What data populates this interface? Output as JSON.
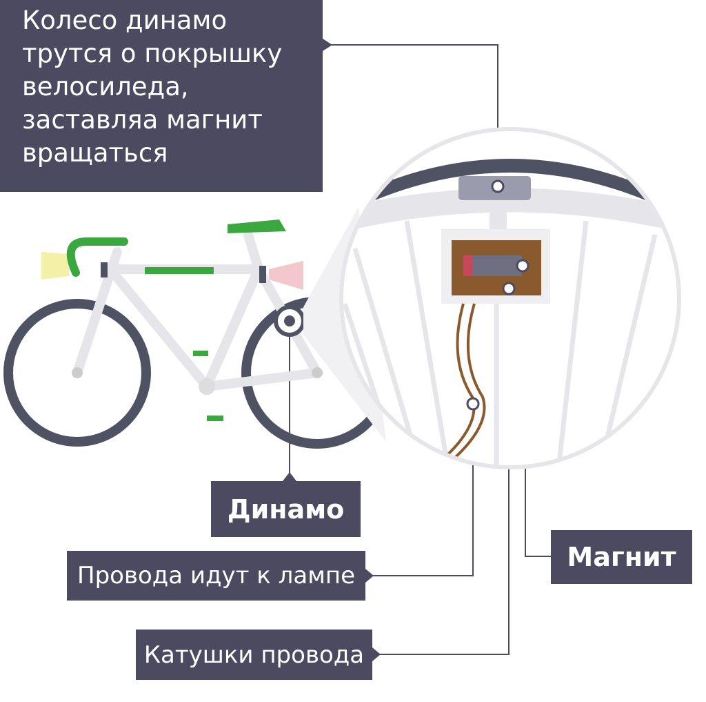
{
  "title_lines": [
    "Колесо динамо",
    "трутся о покрышку",
    "велосиледа,",
    "заставляа магнит",
    "вращаться"
  ],
  "labels": {
    "dynamo": "Динамо",
    "wires": "Провода идут к лампе",
    "coils": "Катушки провода",
    "magnet": "Магнит"
  },
  "colors": {
    "box": "#4b4a60",
    "frame": "#e6e6ea",
    "tire": "#4f5263",
    "accent_green": "#3aa83f",
    "front_light": "#f4f0a8",
    "rear_light": "#f2c8cc",
    "coil": "#8a5a2e",
    "magnet_red": "#c8485a"
  }
}
